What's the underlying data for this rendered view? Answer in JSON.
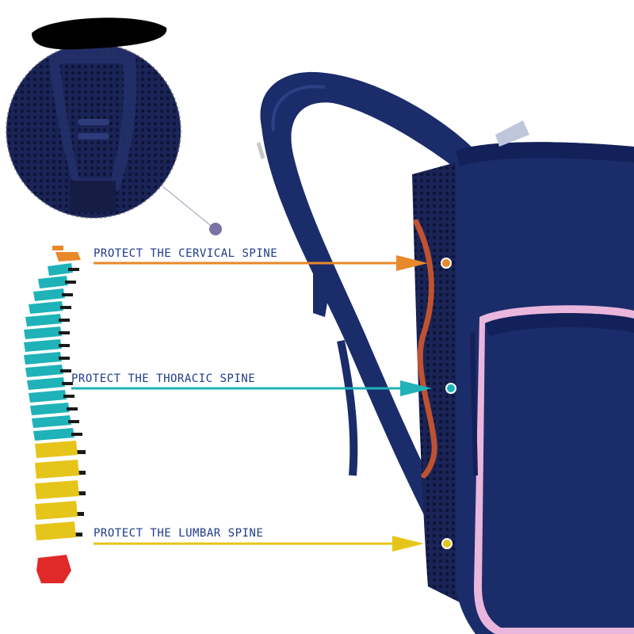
{
  "callouts": {
    "cervical": "PROTECT THE CERVICAL SPINE",
    "thoracic": "PROTECT THE THORACIC SPINE",
    "lumbar": "PROTECT THE LUMBAR SPINE"
  },
  "colors": {
    "backpack_navy": "#1b2c6b",
    "backpack_dark": "#101a47",
    "pocket_trim_pink": "#e9b6dc",
    "cervical_orange": "#e8892a",
    "thoracic_teal": "#1fb2b8",
    "lumbar_yellow": "#e6c51a",
    "sacrum_red": "#e02a2a",
    "zoom_dot": "#7a73a8"
  },
  "icons": {
    "zoom_pointer": "circle-dot-icon",
    "arrow_heads": "arrow-right-icon"
  }
}
